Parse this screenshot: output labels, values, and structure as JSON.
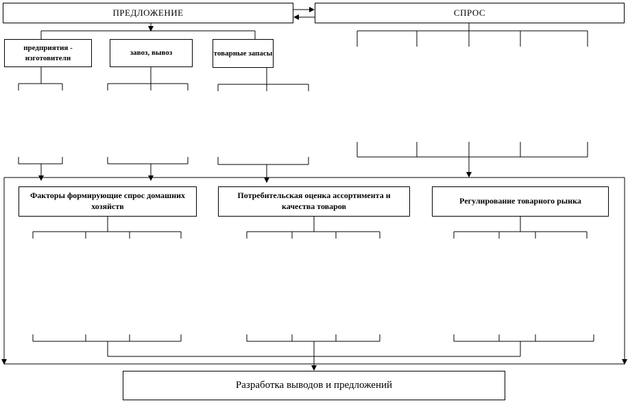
{
  "diagram": {
    "offer": {
      "label": "ПРЕДЛОЖЕНИЕ"
    },
    "demand": {
      "label": "СПРОС"
    },
    "offer_children": [
      {
        "label": "предприятия - изготовители"
      },
      {
        "label": "завоз, вывоз"
      },
      {
        "label": "товарные запасы"
      }
    ],
    "middle": [
      {
        "label": "Факторы формирующие спрос домашних хозяйств"
      },
      {
        "label": "Потребительская оценка ассортимента и качества товаров"
      },
      {
        "label": "Регулирование товарного рынка"
      }
    ],
    "result": {
      "label": "Разработка выводов и предложений"
    }
  }
}
